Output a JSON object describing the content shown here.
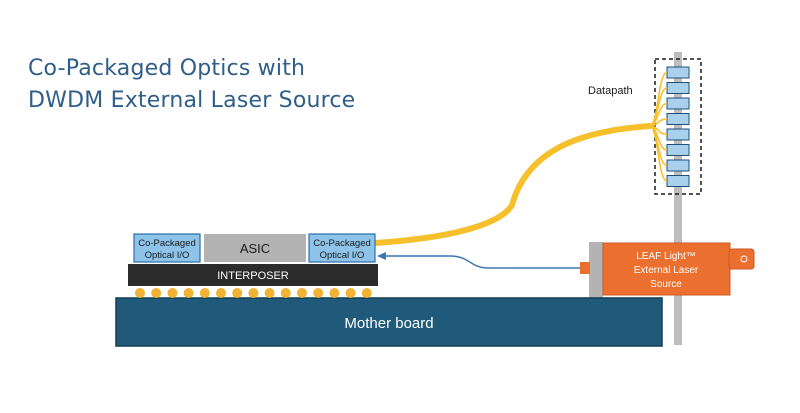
{
  "title": {
    "line1": "Co-Packaged Optics with",
    "line2": "DWDM  External Laser Source"
  },
  "labels": {
    "datapath": "Datapath",
    "cpo_left": [
      "Co-Packaged",
      "Optical I/O"
    ],
    "asic": "ASIC",
    "cpo_right": [
      "Co-Packaged",
      "Optical I/O"
    ],
    "interposer": "INTERPOSER",
    "motherboard": "Mother board",
    "laser": [
      "LEAF Light™",
      "External Laser",
      "Source"
    ]
  },
  "colors": {
    "title": "#2f5e8a",
    "cpo_fill": "#8ec3ea",
    "cpo_stroke": "#2c6fa8",
    "asic_fill": "#b3b3b3",
    "interposer": "#2b2b2b",
    "solder_ball": "#f2b233",
    "motherboard_fill": "#1f5a7a",
    "motherboard_stroke": "#123c52",
    "fiber": "#f5c02c",
    "laser_fill": "#eb7030",
    "laser_stroke": "#c85a20",
    "pole": "#bdbdbd",
    "link_line": "#3a78b5",
    "transceiver_fill": "#a9d1ee"
  },
  "counts": {
    "solder_balls": 15,
    "datapath_modules": 8
  }
}
